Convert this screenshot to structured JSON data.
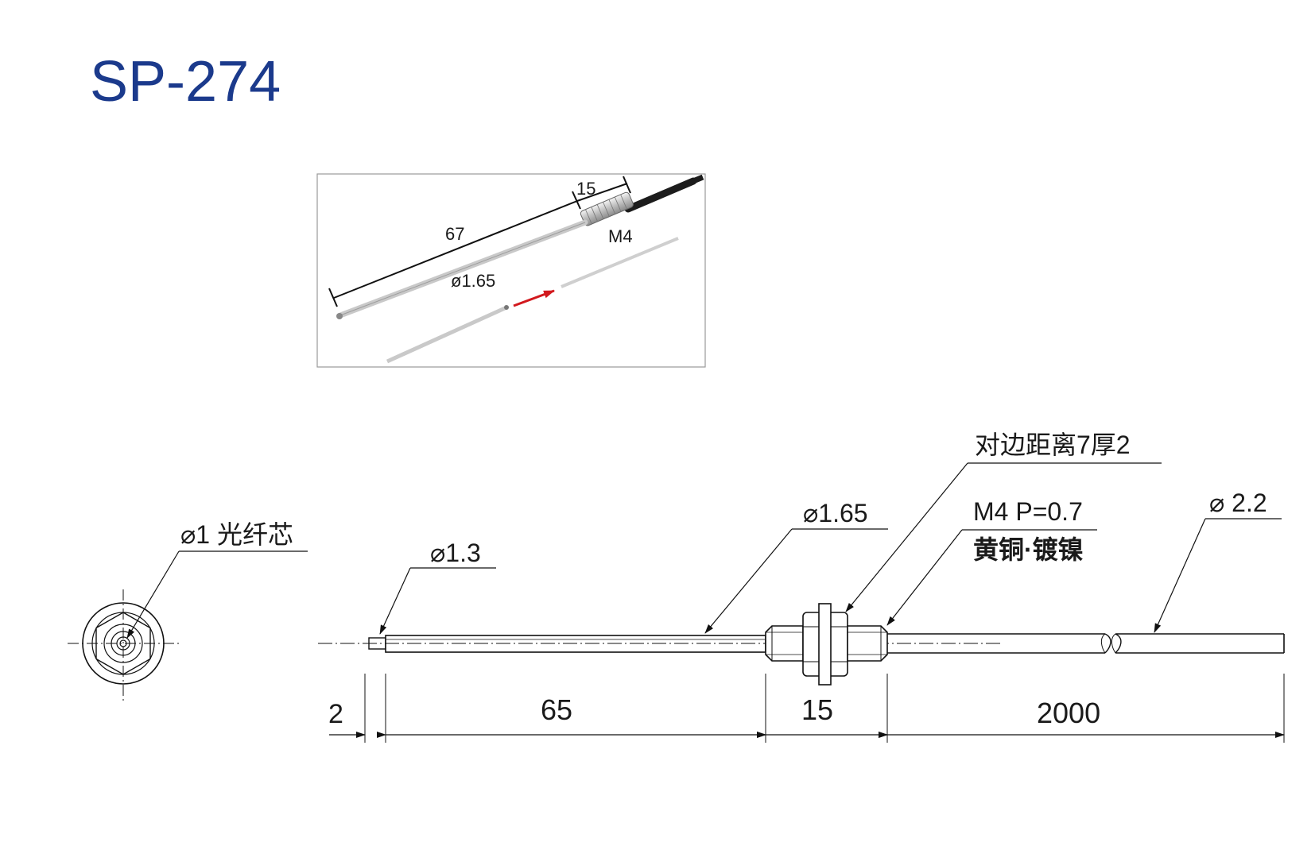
{
  "title": "SP-274",
  "photo_inset": {
    "dim_length": "67",
    "dim_thread_length": "15",
    "thread": "M4",
    "diameter": "ø1.65"
  },
  "drawing": {
    "core_label": "⌀1 光纤芯",
    "tip_diameter": "⌀1.3",
    "sleeve_diameter": "⌀1.65",
    "nut_label": "对边距离7厚2",
    "thread_label": "M4 P=0.7",
    "material_label": "黄铜·镀镍",
    "cable_diameter": "⌀ 2.2",
    "dims": {
      "tip": "2",
      "sleeve": "65",
      "thread": "15",
      "cable": "2000"
    }
  }
}
